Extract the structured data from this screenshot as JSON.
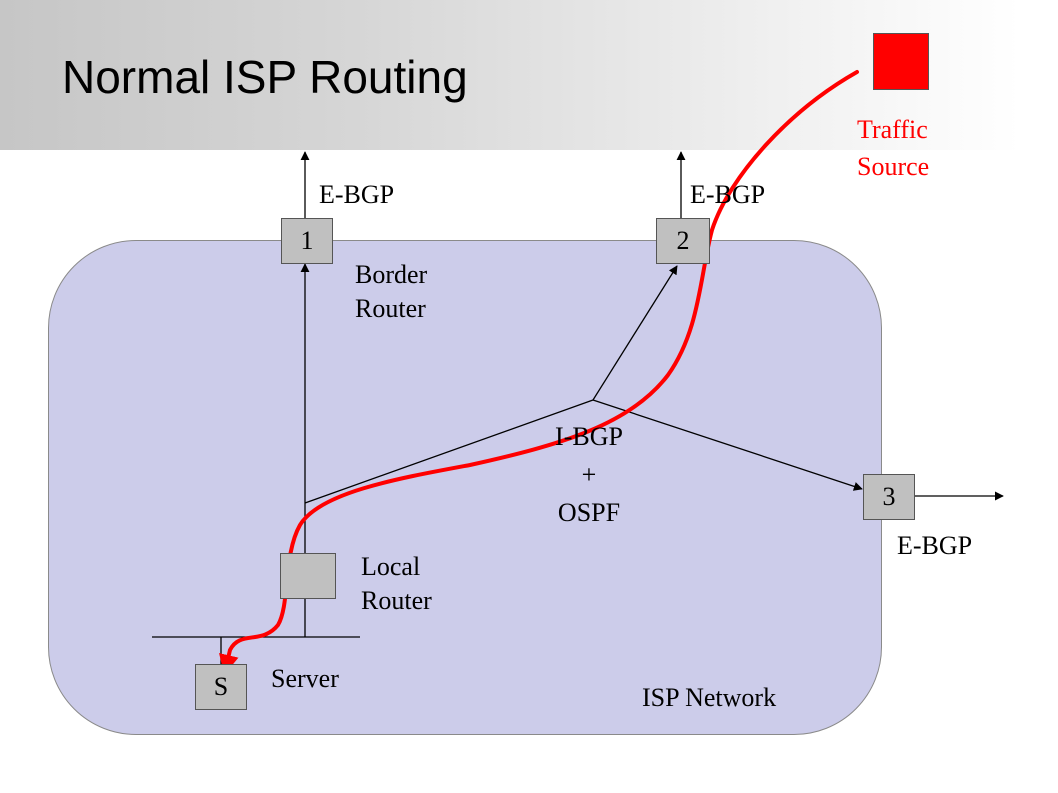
{
  "slide": {
    "title": "Normal ISP Routing"
  },
  "nodes": {
    "border_router_1": "1",
    "border_router_2": "2",
    "border_router_3": "3",
    "server": "S"
  },
  "labels": {
    "ebgp_1": "E-BGP",
    "ebgp_2": "E-BGP",
    "ebgp_3": "E-BGP",
    "border_router_line1": "Border",
    "border_router_line2": "Router",
    "ibgp_line1": "I-BGP",
    "ibgp_line2": "+",
    "ibgp_line3": "OSPF",
    "local_router_line1": "Local",
    "local_router_line2": "Router",
    "server": "Server",
    "isp_network": "ISP Network",
    "traffic_source_line1": "Traffic",
    "traffic_source_line2": "Source"
  },
  "colors": {
    "isp_network_fill": "#ccccea",
    "router_fill": "#c0c0c0",
    "traffic_path": "#ff0000",
    "traffic_source": "#ff0000"
  }
}
